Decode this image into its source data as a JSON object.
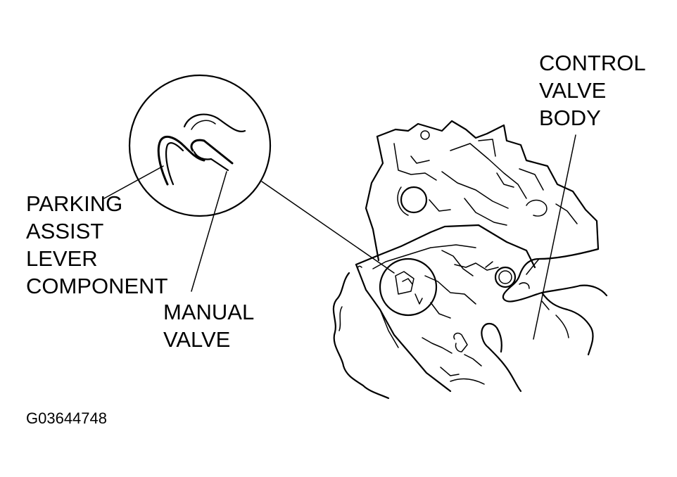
{
  "labels": {
    "control_valve_body": [
      "CONTROL",
      "VALVE",
      "BODY"
    ],
    "parking_assist": [
      "PARKING",
      "ASSIST",
      "LEVER",
      "COMPONENT"
    ],
    "manual_valve": [
      "MANUAL",
      "VALVE"
    ]
  },
  "figure_code": "G03644748"
}
